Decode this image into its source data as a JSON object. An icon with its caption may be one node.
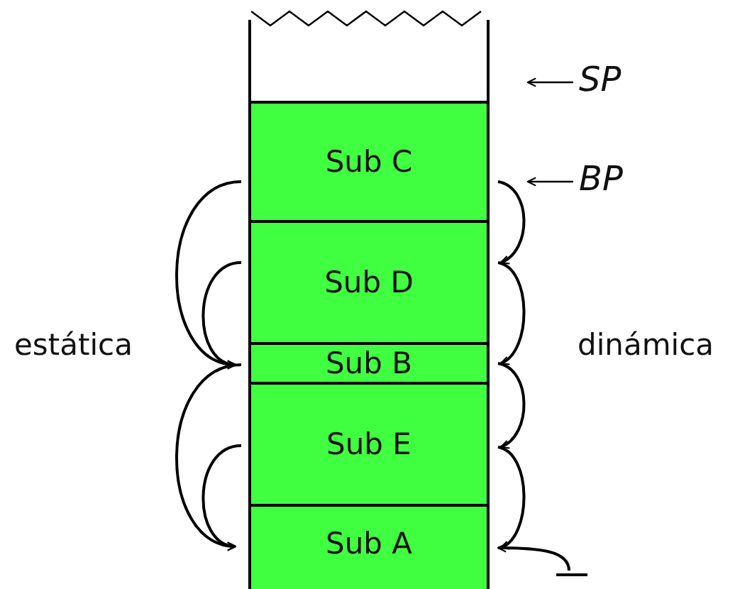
{
  "diagram": {
    "nodes": [
      {
        "text": [],
        "shape": "box"
      },
      {
        "text": [
          "Sub C"
        ]
      },
      {
        "text": [
          "Sub D"
        ]
      },
      {
        "text": [
          "Sub B"
        ]
      },
      {
        "text": [
          "Sub E"
        ]
      },
      {
        "text": [
          "Sub A"
        ]
      },
      {
        "text": [],
        "shape": "bar"
      },
      {
        "text": [
          "SP"
        ]
      },
      {
        "text": [
          "BP"
        ]
      }
    ],
    "edges": [
      {
        "from": 1,
        "to": 3,
        "arrow": "to"
      },
      {
        "from": 2,
        "to": 3,
        "arrow": "to"
      },
      {
        "from": 3,
        "to": 5,
        "arrow": "to"
      },
      {
        "from": 4,
        "to": 5,
        "arrow": "to"
      },
      {
        "from": 1,
        "to": 2,
        "arrow": "to"
      },
      {
        "from": 2,
        "to": 3,
        "arrow": "to"
      },
      {
        "from": 3,
        "to": 4,
        "arrow": "to"
      },
      {
        "from": 4,
        "to": 5,
        "arrow": "to"
      },
      {
        "from": 6,
        "to": 5,
        "arrow": "to"
      },
      {
        "from": 7,
        "to": null,
        "arrow": "to"
      },
      {
        "from": 8,
        "to": null,
        "arrow": "to"
      }
    ],
    "labels": [
      "estática",
      "dinámica"
    ]
  }
}
